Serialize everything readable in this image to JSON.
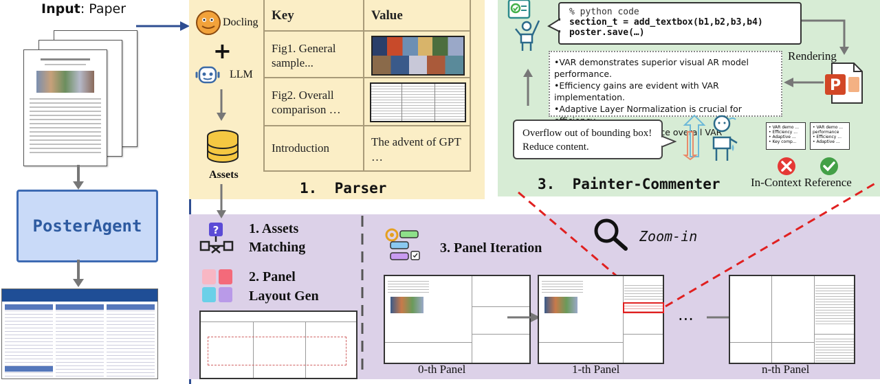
{
  "input": {
    "label_bold": "Input",
    "label_rest": ": Paper"
  },
  "poster_agent": {
    "label": "PosterAgent"
  },
  "parser": {
    "title": "1.  Parser",
    "docling_label": "Docling",
    "plus": "+",
    "llm_label": "LLM",
    "assets_label": "Assets",
    "table": {
      "headers": [
        "Key",
        "Value"
      ],
      "rows": [
        {
          "key": "Fig1. General sample...",
          "value": ""
        },
        {
          "key": "Fig2. Overall comparison …",
          "value": ""
        },
        {
          "key": "Introduction",
          "value": "The advent of GPT …"
        }
      ]
    }
  },
  "painter": {
    "title": "3.  Painter-Commenter",
    "code_lines": [
      "% python code",
      "section_t = add_textbox(b1,b2,b3,b4)",
      "poster.save(…)"
    ],
    "rendering_label": "Rendering",
    "bullets": [
      "•VAR demonstrates superior visual AR model performance.",
      "•Efficiency gains are evident with VAR implementation.",
      "•Adaptive Layer Normalization is crucial for efficiency.",
      "•Key components enhance overall VAR effectiveness."
    ],
    "overflow_msg": "Overflow out of bounding box! Reduce content.",
    "in_context_label": "In-Context Reference",
    "mini_left": [
      "• VAR demo ...",
      "• Efficiency ...",
      "• Adaptive ...",
      "• Key comp..."
    ],
    "mini_right": [
      "• VAR demo ... performance",
      "• Efficiency ...",
      "• Adaptive ..."
    ]
  },
  "planner": {
    "assets_matching": "1. Assets Matching",
    "panel_layout": "2. Panel Layout Gen",
    "panel_iteration": "3. Panel Iteration",
    "zoom_label": "Zoom-in",
    "ellipsis": "...",
    "panel_captions": [
      "0-th Panel",
      "1-th Panel",
      "n-th Panel"
    ]
  },
  "colors": {
    "parser_bg": "#fbeec6",
    "painter_bg": "#d7ecd5",
    "planner_bg": "#dcd1e8",
    "frame": "#2e4d91",
    "poster_agent_fill": "#c9daf8",
    "zoom_line": "#e02020"
  }
}
